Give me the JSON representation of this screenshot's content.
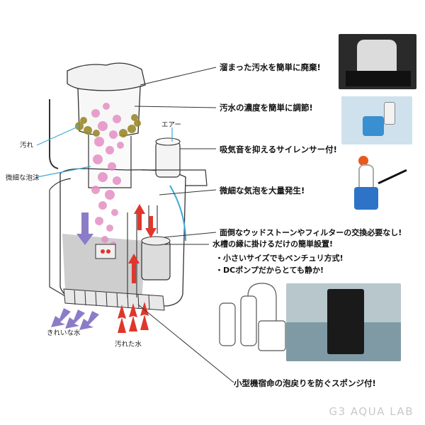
{
  "callouts": {
    "c1": "溜まった汚水を簡単に廃棄!",
    "c2": "汚水の濃度を簡単に調節!",
    "c3": "吸気音を抑えるサイレンサー付!",
    "c4": "微細な気泡を大量発生!",
    "c5": "面倒なウッドストーンやフィルターの交換必要なし!",
    "c6": "水槽の縁に掛けるだけの簡単設置!",
    "c7": "・小さいサイズでもベンチュリ方式!",
    "c8": "・DCポンプだからとても静か!",
    "c9": "小型機宿命の泡戻りを防ぐスポンジ付!"
  },
  "labels": {
    "dirt": "汚れ",
    "fine_foam": "微細な泡沫",
    "air": "エアー",
    "clean_water": "きれいな水",
    "dirty_water": "汚れた水"
  },
  "watermark": "G3 AQUA LAB",
  "colors": {
    "foam": "#e58fc4",
    "dirt": "#9a8a2a",
    "arrow_red": "#e0362b",
    "arrow_purple": "#8c7cc8",
    "leader_blue": "#3fa8d8",
    "line": "#333333"
  }
}
